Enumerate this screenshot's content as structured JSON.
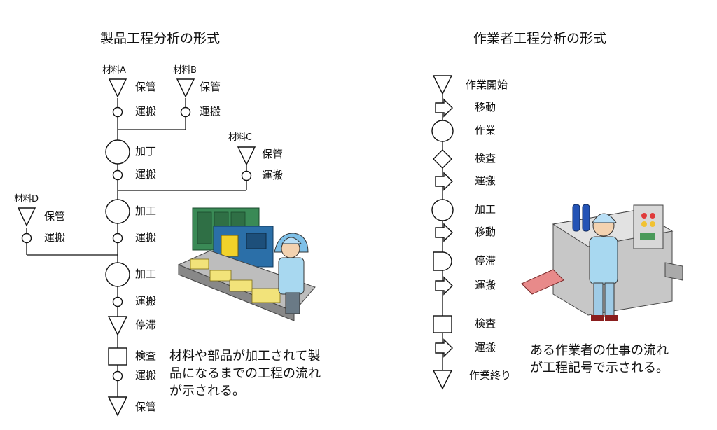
{
  "product_process": {
    "title": "製品工程分析の形式",
    "materials": [
      "材料A",
      "材料B",
      "材料C",
      "材料D"
    ],
    "steps": {
      "a_storage": "保管",
      "a_transport": "運搬",
      "b_storage": "保管",
      "b_transport": "運搬",
      "process1": "加丁",
      "transport1": "運搬",
      "c_storage": "保管",
      "c_transport": "運搬",
      "process2": "加工",
      "transport2": "運搬",
      "d_storage": "保管",
      "d_transport": "運搬",
      "process3": "加工",
      "transport3": "運搬",
      "retention": "停滞",
      "inspection": "検査",
      "transport4": "運搬",
      "final_storage": "保管"
    },
    "description": "材料や部品が加工されて製品になるまでの工程の流れが示される。"
  },
  "worker_process": {
    "title": "作業者工程分析の形式",
    "steps": [
      "作業開始",
      "移動",
      "作業",
      "検査",
      "運搬",
      "加工",
      "移動",
      "停滞",
      "運搬",
      "検査",
      "運搬",
      "作業終り"
    ],
    "description": "ある作業者の仕事の流れが工程記号で示される。"
  }
}
